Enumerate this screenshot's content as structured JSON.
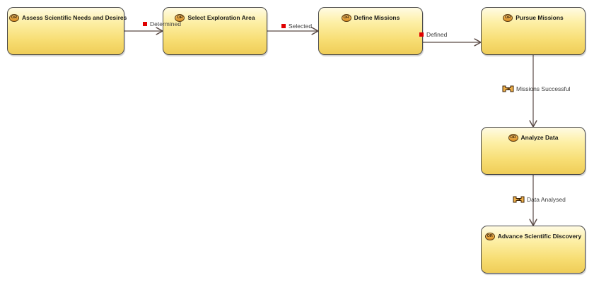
{
  "nodes": [
    {
      "id": "assess",
      "label": "Assess Scientific Needs and Desires",
      "badge": "OR"
    },
    {
      "id": "select",
      "label": "Select Exploration Area",
      "badge": "OR"
    },
    {
      "id": "define",
      "label": "Define Missions",
      "badge": "OR"
    },
    {
      "id": "pursue",
      "label": "Pursue Missions",
      "badge": "OR"
    },
    {
      "id": "analyze",
      "label": "Analyze Data",
      "badge": "OR"
    },
    {
      "id": "advance",
      "label": "Advance Scientific Discovery",
      "badge": "OR"
    }
  ],
  "transitions": [
    {
      "from": "assess",
      "to": "select",
      "label": "Determined",
      "marker": "condition"
    },
    {
      "from": "select",
      "to": "define",
      "label": "Selected",
      "marker": "condition"
    },
    {
      "from": "define",
      "to": "pursue",
      "label": "Defined",
      "marker": "condition"
    },
    {
      "from": "pursue",
      "to": "analyze",
      "label": "Missions Successful",
      "marker": "event"
    },
    {
      "from": "analyze",
      "to": "advance",
      "label": "Data Analysed",
      "marker": "event"
    }
  ],
  "colors": {
    "node_fill": "#f7dd72",
    "node_border": "#4a4a4a",
    "condition_marker": "#e00000",
    "edge": "#5a4a45"
  }
}
